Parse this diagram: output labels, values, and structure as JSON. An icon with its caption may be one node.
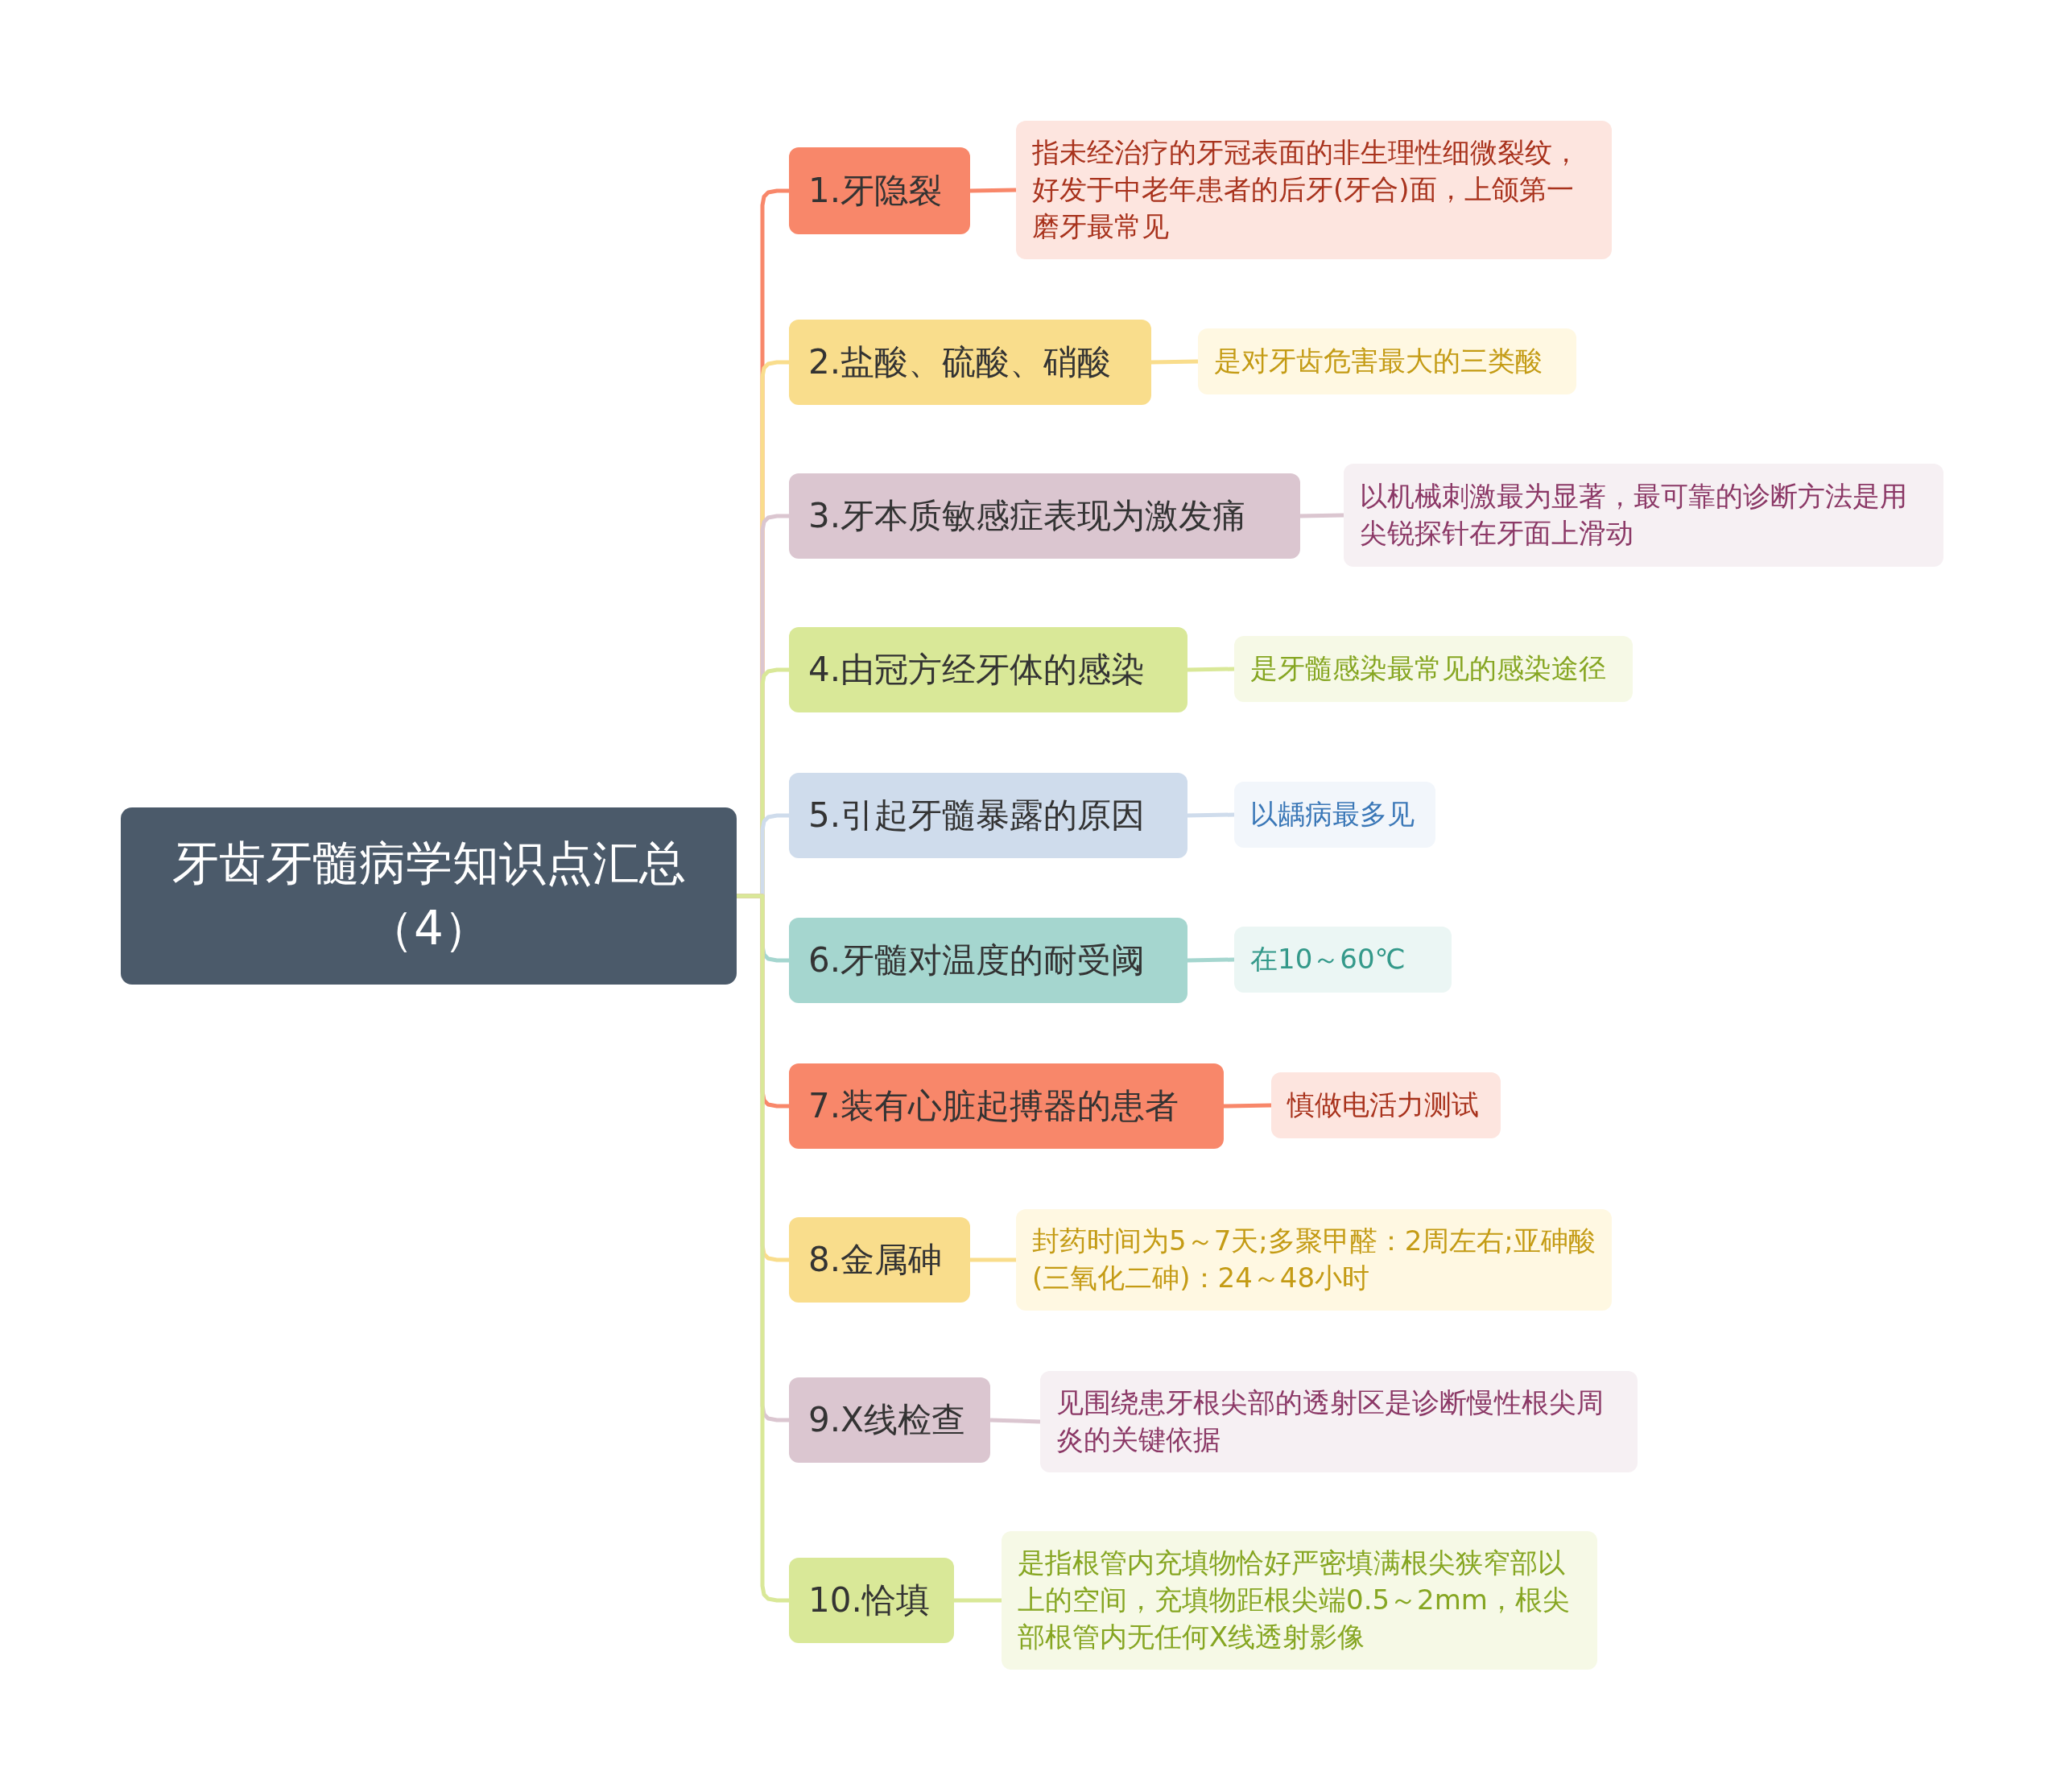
{
  "diagram": {
    "nodes": [
      {
        "text": [
          "牙齿牙髓病学知识点汇总（4）"
        ]
      },
      {
        "text": [
          "1.牙隐裂"
        ]
      },
      {
        "text": [
          "指未经治疗的牙冠表面的非生理性细微裂纹，好发于中老年患者的后牙(牙合)面，上颌第一磨牙最常见"
        ]
      },
      {
        "text": [
          "2.盐酸、硫酸、硝酸"
        ]
      },
      {
        "text": [
          "是对牙齿危害最大的三类酸"
        ]
      },
      {
        "text": [
          "3.牙本质敏感症表现为激发痛"
        ]
      },
      {
        "text": [
          "以机械刺激最为显著，最可靠的诊断方法是用尖锐探针在牙面上滑动"
        ]
      },
      {
        "text": [
          "4.由冠方经牙体的感染"
        ]
      },
      {
        "text": [
          "是牙髓感染最常见的感染途径"
        ]
      },
      {
        "text": [
          "5.引起牙髓暴露的原因"
        ]
      },
      {
        "text": [
          "以龋病最多见"
        ]
      },
      {
        "text": [
          "6.牙髓对温度的耐受阈"
        ]
      },
      {
        "text": [
          "在10～60℃"
        ]
      },
      {
        "text": [
          "7.装有心脏起搏器的患者"
        ]
      },
      {
        "text": [
          "慎做电活力测试"
        ]
      },
      {
        "text": [
          "8.金属砷"
        ]
      },
      {
        "text": [
          "封药时间为5～7天;多聚甲醛：2周左右;亚砷酸(三氧化二砷)：24～48小时"
        ]
      },
      {
        "text": [
          "9.X线检查"
        ]
      },
      {
        "text": [
          "见围绕患牙根尖部的透射区是诊断慢性根尖周炎的关键依据"
        ]
      },
      {
        "text": [
          "10.恰填"
        ]
      },
      {
        "text": [
          "是指根管内充填物恰好严密填满根尖狭窄部以上的空间，充填物距根尖端0.5～2mm，根尖部根管内无任何X线透射影像"
        ]
      }
    ],
    "edges": [
      {
        "from": 0,
        "to": 1,
        "arrow": "none",
        "color": "#f8876a"
      },
      {
        "from": 1,
        "to": 2,
        "arrow": "none",
        "color": "#f8876a"
      },
      {
        "from": 0,
        "to": 3,
        "arrow": "none",
        "color": "#f9dd8c"
      },
      {
        "from": 3,
        "to": 4,
        "arrow": "none",
        "color": "#f9dd8c"
      },
      {
        "from": 0,
        "to": 5,
        "arrow": "none",
        "color": "#dbc6d0"
      },
      {
        "from": 5,
        "to": 6,
        "arrow": "none",
        "color": "#dbc6d0"
      },
      {
        "from": 0,
        "to": 7,
        "arrow": "none",
        "color": "#d9e898"
      },
      {
        "from": 7,
        "to": 8,
        "arrow": "none",
        "color": "#d9e898"
      },
      {
        "from": 0,
        "to": 9,
        "arrow": "none",
        "color": "#cfdcec"
      },
      {
        "from": 9,
        "to": 10,
        "arrow": "none",
        "color": "#cfdcec"
      },
      {
        "from": 0,
        "to": 11,
        "arrow": "none",
        "color": "#a5d6cf"
      },
      {
        "from": 11,
        "to": 12,
        "arrow": "none",
        "color": "#a5d6cf"
      },
      {
        "from": 0,
        "to": 13,
        "arrow": "none",
        "color": "#f8876a"
      },
      {
        "from": 13,
        "to": 14,
        "arrow": "none",
        "color": "#f8876a"
      },
      {
        "from": 0,
        "to": 15,
        "arrow": "none",
        "color": "#f9dd8c"
      },
      {
        "from": 15,
        "to": 16,
        "arrow": "none",
        "color": "#f9dd8c"
      },
      {
        "from": 0,
        "to": 17,
        "arrow": "none",
        "color": "#dbc6d0"
      },
      {
        "from": 17,
        "to": 18,
        "arrow": "none",
        "color": "#dbc6d0"
      },
      {
        "from": 0,
        "to": 19,
        "arrow": "none",
        "color": "#d9e898"
      },
      {
        "from": 19,
        "to": 20,
        "arrow": "none",
        "color": "#d9e898"
      }
    ]
  }
}
